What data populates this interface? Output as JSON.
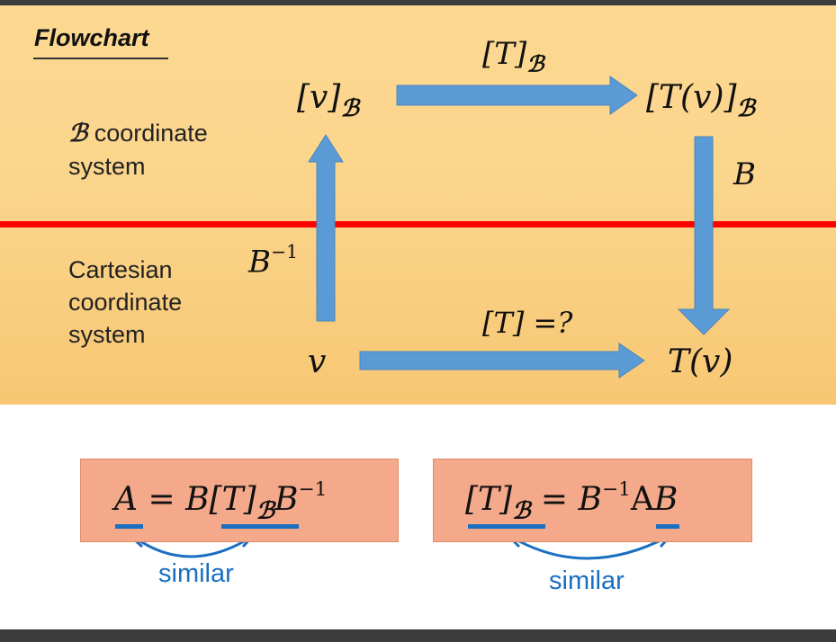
{
  "title": "Flowchart",
  "upper_label_prefix": "ℬ",
  "upper_label_rest": " coordinate",
  "upper_label_line2": "system",
  "lower_label_line1": "Cartesian",
  "lower_label_line2": "coordinate",
  "lower_label_line3": "system",
  "nodes": {
    "vB_main": "[v]",
    "vB_sub": "ℬ",
    "TvB_main": "[T(v)]",
    "TvB_sub": "ℬ",
    "v": "v",
    "Tv": "T(v)"
  },
  "arrows": {
    "top_main": "[T]",
    "top_sub": "ℬ",
    "right": "B",
    "left_base": "B",
    "left_exp": "−1",
    "bottom": "[T] =?"
  },
  "equations": {
    "left": {
      "A": "A",
      "eq": " = ",
      "B": "B",
      "T": "[T]",
      "sub": "ℬ",
      "Binv": "B",
      "exp": "−1"
    },
    "right": {
      "T": "[T]",
      "sub": "ℬ",
      "eq": " = ",
      "Binv": "B",
      "exp": "−1",
      "A": "A",
      "B": "B"
    }
  },
  "similar_left": "similar",
  "similar_right": "similar",
  "colors": {
    "arrow": "#5b9bd5",
    "red_line": "#ff0000",
    "similar": "#1b6fc0",
    "box": "#f4a98a"
  }
}
